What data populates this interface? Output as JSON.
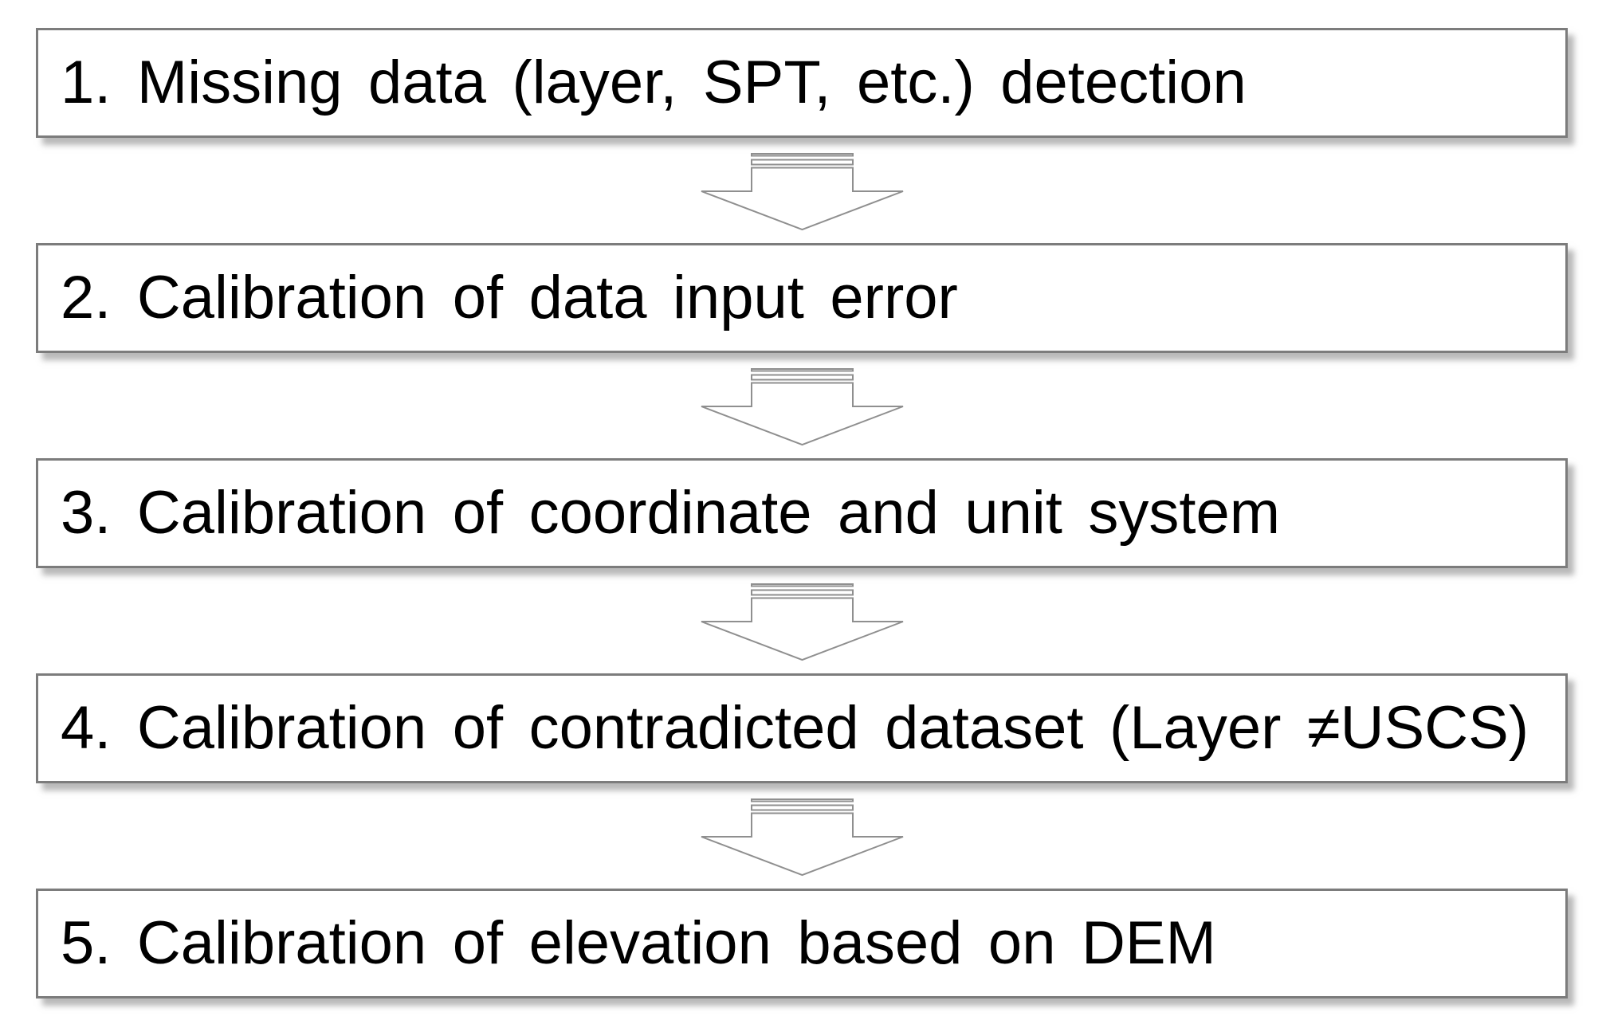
{
  "diagram": {
    "type": "flowchart",
    "direction": "top-down",
    "steps": [
      {
        "id": 1,
        "label": "1. Missing data (layer, SPT, etc.) detection"
      },
      {
        "id": 2,
        "label": "2. Calibration of data input error"
      },
      {
        "id": 3,
        "label": "3. Calibration of coordinate and unit system"
      },
      {
        "id": 4,
        "label": "4. Calibration of contradicted dataset (Layer ≠USCS)"
      },
      {
        "id": 5,
        "label": "5. Calibration of elevation based on DEM"
      }
    ],
    "connector": {
      "shape": "striped-down-arrow",
      "count": 4
    }
  },
  "colors": {
    "background": "#ffffff",
    "box_fill": "#ffffff",
    "box_border": "#7c7c7c",
    "box_shadow": "rgba(128,128,128,0.55)",
    "arrow_outline": "#8f8f8f",
    "text": "#000000"
  }
}
